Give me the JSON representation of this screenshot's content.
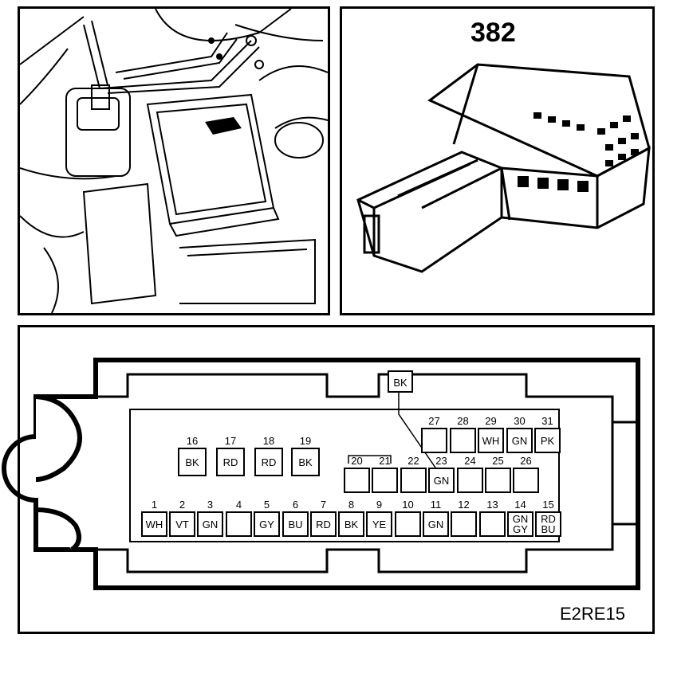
{
  "figure_number": "382",
  "diagram_code": "E2RE15",
  "top_pin": {
    "code": "BK"
  },
  "pins": [
    {
      "num": "1",
      "code": "WH"
    },
    {
      "num": "2",
      "code": "VT"
    },
    {
      "num": "3",
      "code": "GN"
    },
    {
      "num": "4",
      "code": ""
    },
    {
      "num": "5",
      "code": "GY"
    },
    {
      "num": "6",
      "code": "BU"
    },
    {
      "num": "7",
      "code": "RD"
    },
    {
      "num": "8",
      "code": "BK"
    },
    {
      "num": "9",
      "code": "YE"
    },
    {
      "num": "10",
      "code": ""
    },
    {
      "num": "11",
      "code": "GN"
    },
    {
      "num": "12",
      "code": ""
    },
    {
      "num": "13",
      "code": ""
    },
    {
      "num": "14",
      "code": "GN",
      "code2": "GY"
    },
    {
      "num": "15",
      "code": "RD",
      "code2": "BU"
    },
    {
      "num": "16",
      "code": "BK"
    },
    {
      "num": "17",
      "code": "RD"
    },
    {
      "num": "18",
      "code": "RD"
    },
    {
      "num": "19",
      "code": "BK"
    },
    {
      "num": "20",
      "code": ""
    },
    {
      "num": "21",
      "code": ""
    },
    {
      "num": "22",
      "code": ""
    },
    {
      "num": "23",
      "code": "GN"
    },
    {
      "num": "24",
      "code": ""
    },
    {
      "num": "25",
      "code": ""
    },
    {
      "num": "26",
      "code": ""
    },
    {
      "num": "27",
      "code": ""
    },
    {
      "num": "28",
      "code": ""
    },
    {
      "num": "29",
      "code": "WH"
    },
    {
      "num": "30",
      "code": "GN"
    },
    {
      "num": "31",
      "code": "PK"
    }
  ]
}
